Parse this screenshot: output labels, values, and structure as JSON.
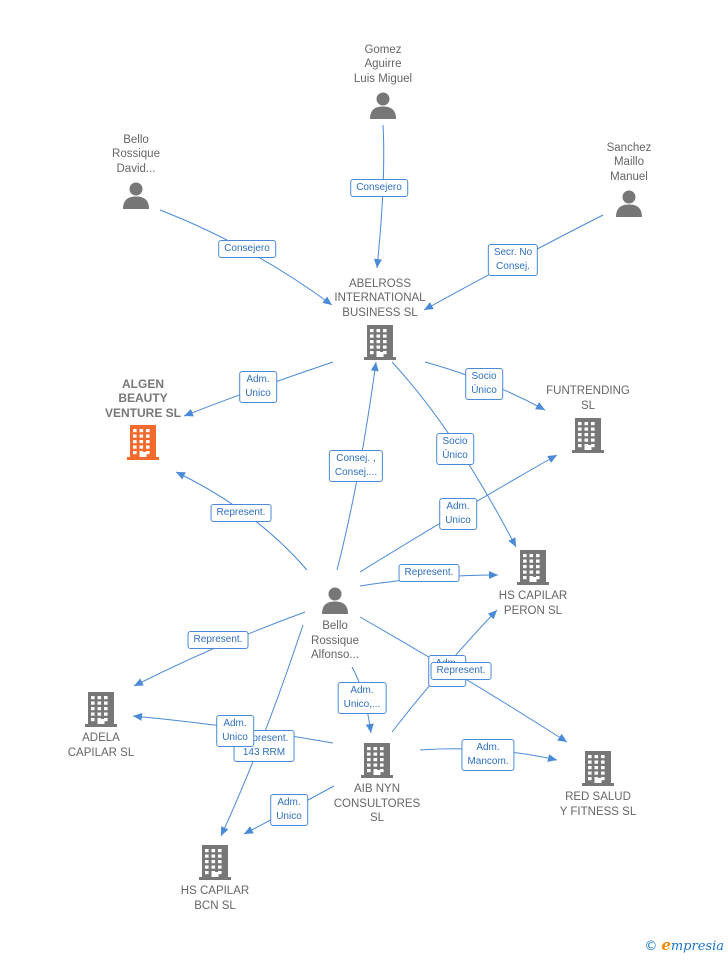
{
  "nodes": [
    {
      "id": "gomez",
      "type": "person",
      "label": "Gomez\nAguirre\nLuis Miguel",
      "label_pos": "above"
    },
    {
      "id": "bello_david",
      "type": "person",
      "label": "Bello\nRossique\nDavid...",
      "label_pos": "above"
    },
    {
      "id": "sanchez",
      "type": "person",
      "label": "Sanchez\nMaillo\nManuel",
      "label_pos": "above"
    },
    {
      "id": "abelross",
      "type": "company",
      "label": "ABELROSS\nINTERNATIONAL\nBUSINESS SL",
      "label_pos": "above"
    },
    {
      "id": "algen",
      "type": "company",
      "label": "ALGEN\nBEAUTY\nVENTURE  SL",
      "label_pos": "above",
      "highlight": true
    },
    {
      "id": "funtrending",
      "type": "company",
      "label": "FUNTRENDING\nSL",
      "label_pos": "above"
    },
    {
      "id": "bello_alfonso",
      "type": "person",
      "label": "Bello\nRossique\nAlfonso...",
      "label_pos": "below"
    },
    {
      "id": "hs_peron",
      "type": "company",
      "label": "HS CAPILAR\nPERON  SL",
      "label_pos": "below"
    },
    {
      "id": "adela",
      "type": "company",
      "label": "ADELA\nCAPILAR  SL",
      "label_pos": "below"
    },
    {
      "id": "aib",
      "type": "company",
      "label": "AIB NYN\nCONSULTORES\nSL",
      "label_pos": "below"
    },
    {
      "id": "red_salud",
      "type": "company",
      "label": "RED SALUD\nY FITNESS  SL",
      "label_pos": "below"
    },
    {
      "id": "hs_bcn",
      "type": "company",
      "label": "HS CAPILAR\nBCN  SL",
      "label_pos": "below"
    }
  ],
  "edges": [
    {
      "from": "gomez",
      "to": "abelross",
      "label": "Consejero"
    },
    {
      "from": "bello_david",
      "to": "abelross",
      "label": "Consejero"
    },
    {
      "from": "sanchez",
      "to": "abelross",
      "label": "Secr.  No\nConsej."
    },
    {
      "from": "abelross",
      "to": "algen",
      "label": "Adm.\nUnico"
    },
    {
      "from": "abelross",
      "to": "funtrending",
      "label": "Socio\nÚnico"
    },
    {
      "from": "abelross",
      "to": "hs_peron",
      "label": "Socio\nÚnico"
    },
    {
      "from": "bello_alfonso",
      "to": "abelross",
      "label": "Consej. ,\nConsej...."
    },
    {
      "from": "bello_alfonso",
      "to": "algen",
      "label": "Represent."
    },
    {
      "from": "bello_alfonso",
      "to": "funtrending",
      "label": "Adm.\nUnico"
    },
    {
      "from": "bello_alfonso",
      "to": "hs_peron",
      "label": "Represent."
    },
    {
      "from": "bello_alfonso",
      "to": "adela",
      "label": "Represent."
    },
    {
      "from": "bello_alfonso",
      "to": "aib",
      "label": "Adm.\nUnico,..."
    },
    {
      "from": "bello_alfonso",
      "to": "red_salud",
      "label": "Adm.\nUnico"
    },
    {
      "from": "bello_alfonso",
      "to": "hs_bcn",
      "label": "Represent.\n143 RRM"
    },
    {
      "from": "aib",
      "to": "adela",
      "label": "Adm.\nUnico"
    },
    {
      "from": "aib",
      "to": "hs_peron",
      "label": "Represent."
    },
    {
      "from": "aib",
      "to": "red_salud",
      "label": "Adm.\nMancom."
    },
    {
      "from": "aib",
      "to": "hs_bcn",
      "label": "Adm.\nUnico"
    }
  ],
  "colors": {
    "edge": "#4a8ad6",
    "node_icon": "#777777",
    "highlight_icon": "#f26a2e"
  },
  "brand": {
    "copyright": "©",
    "first_letter": "e",
    "name": "mpresia"
  }
}
